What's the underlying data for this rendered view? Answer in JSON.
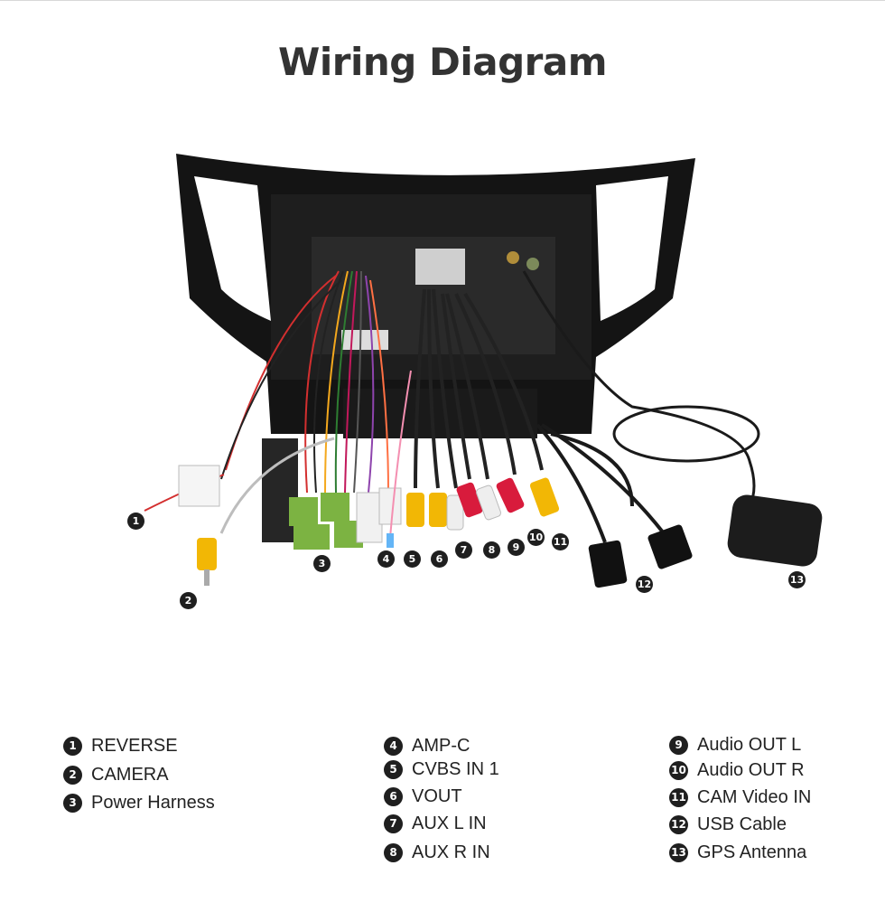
{
  "title": "Wiring Diagram",
  "colors": {
    "panel": "#111111",
    "connector_green": "#7cb342",
    "rca_yellow": "#f2b705",
    "rca_red": "#d81b3c",
    "rca_white": "#eeeeee",
    "callout": "#1f1f1f"
  },
  "callouts": [
    "1",
    "2",
    "3",
    "4",
    "5",
    "6",
    "7",
    "8",
    "9",
    "10",
    "11",
    "12",
    "13"
  ],
  "legend": [
    {
      "num": "1",
      "label": "REVERSE"
    },
    {
      "num": "2",
      "label": "CAMERA"
    },
    {
      "num": "3",
      "label": "Power Harness"
    },
    {
      "num": "4",
      "label": "AMP-C"
    },
    {
      "num": "5",
      "label": "CVBS IN 1"
    },
    {
      "num": "6",
      "label": "VOUT"
    },
    {
      "num": "7",
      "label": "AUX L IN"
    },
    {
      "num": "8",
      "label": "AUX R IN"
    },
    {
      "num": "9",
      "label": "Audio OUT L"
    },
    {
      "num": "10",
      "label": "Audio OUT R"
    },
    {
      "num": "11",
      "label": "CAM Video IN"
    },
    {
      "num": "12",
      "label": "USB Cable"
    },
    {
      "num": "13",
      "label": "GPS Antenna"
    }
  ]
}
